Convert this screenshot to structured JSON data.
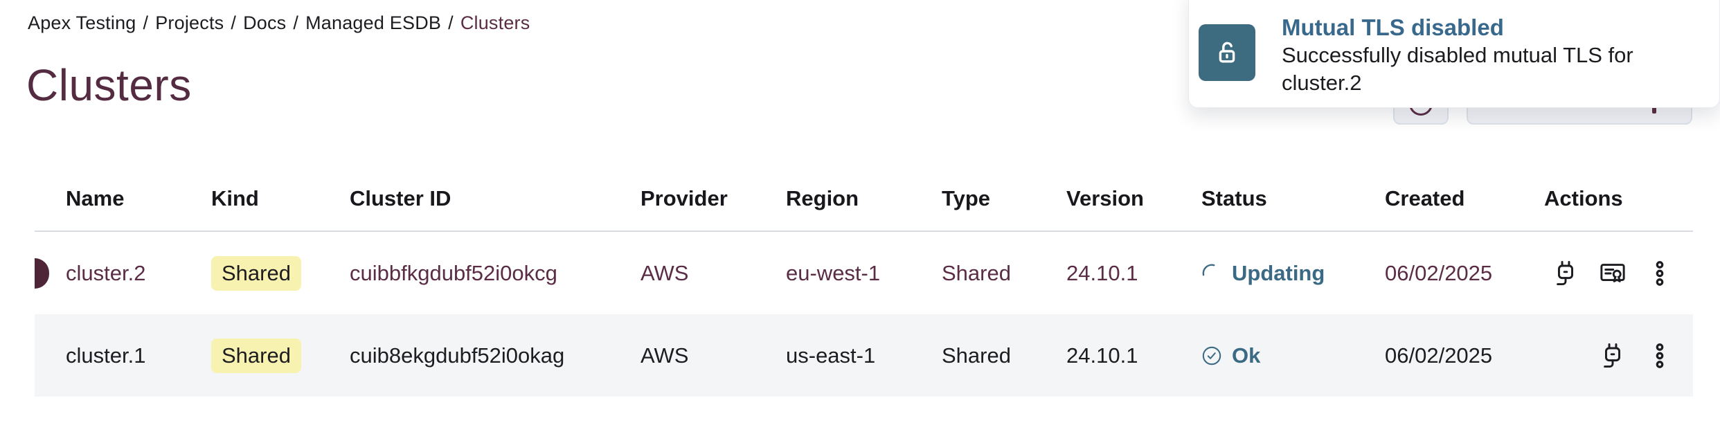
{
  "breadcrumb": {
    "items": [
      "Apex Testing",
      "Projects",
      "Docs",
      "Managed ESDB"
    ],
    "separator": "/",
    "current": "Clusters"
  },
  "page": {
    "title": "Clusters"
  },
  "toast": {
    "title": "Mutual TLS disabled",
    "message": "Successfully disabled mutual TLS for cluster.2",
    "icon": "unlock-icon",
    "icon_bg": "#3d6b80",
    "title_color": "#38698c"
  },
  "toolbar": {
    "partial_buttons": [
      "refresh-icon-button",
      "wide-action-button"
    ]
  },
  "table": {
    "columns": [
      "Name",
      "Kind",
      "Cluster ID",
      "Provider",
      "Region",
      "Type",
      "Version",
      "Status",
      "Created",
      "Actions"
    ],
    "rows": [
      {
        "name": "cluster.2",
        "kind": "Shared",
        "cluster_id": "cuibbfkgdubf52i0okcg",
        "provider": "AWS",
        "region": "eu-west-1",
        "type": "Shared",
        "version": "24.10.1",
        "status": "Updating",
        "status_kind": "updating-spinner",
        "created": "06/02/2025",
        "selected": true,
        "actions": [
          "connect-plug-icon",
          "certificate-icon",
          "kebab-menu-icon"
        ]
      },
      {
        "name": "cluster.1",
        "kind": "Shared",
        "cluster_id": "cuib8ekgdubf52i0okag",
        "provider": "AWS",
        "region": "us-east-1",
        "type": "Shared",
        "version": "24.10.1",
        "status": "Ok",
        "status_kind": "ok-check",
        "created": "06/02/2025",
        "selected": false,
        "actions": [
          "connect-plug-icon",
          "kebab-menu-icon"
        ]
      }
    ]
  },
  "colors": {
    "accent_maroon": "#5a2d45",
    "indicator_maroon": "#4e2537",
    "accent_teal": "#3b6a85",
    "badge_bg": "#f8f2b0",
    "row_alt_bg": "#f4f5f7",
    "header_divider": "#d9dde3"
  }
}
